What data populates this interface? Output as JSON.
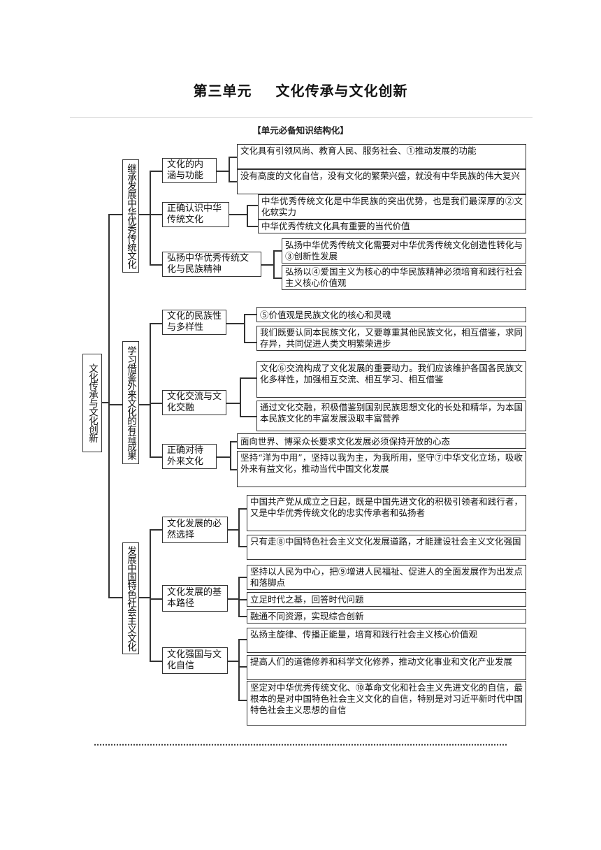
{
  "title": {
    "left": "第三单元",
    "right": "文化传承与文化创新"
  },
  "header": "【单元必备知识结构化】",
  "root": "文化传承与文化创新",
  "branches": [
    {
      "label": "继承发展中华优秀传统文化",
      "topics": [
        {
          "label": "文化的内涵与功能",
          "leaves": [
            "文化具有引领风尚、教育人民、服务社会、①推动发展的功能",
            "没有高度的文化自信，没有文化的繁荣兴盛，就没有中华民族的伟大复兴"
          ]
        },
        {
          "label": "正确认识中华传统文化",
          "leaves": [
            "中华优秀传统文化是中华民族的突出优势，也是我们最深厚的②文化软实力",
            "中华优秀传统文化具有重要的当代价值"
          ]
        },
        {
          "label": "弘扬中华优秀传统文化与民族精神",
          "leaves": [
            "弘扬中华优秀传统文化需要对中华优秀传统文化创造性转化与③创新性发展",
            "弘扬以④爱国主义为核心的中华民族精神必须培育和践行社会主义核心价值观"
          ]
        }
      ]
    },
    {
      "label": "学习借鉴外来文化的有益成果",
      "topics": [
        {
          "label": "文化的民族性与多样性",
          "leaves": [
            "⑤价值观是民族文化的核心和灵魂",
            "我们既要认同本民族文化，又要尊重其他民族文化，相互借鉴，求同存异，共同促进人类文明繁荣进步"
          ]
        },
        {
          "label": "文化交流与文化交融",
          "leaves": [
            "文化⑥交流构成了文化发展的重要动力。我们应该维护各国各民族文化多样性，加强相互交流、相互学习、相互借鉴",
            "通过文化交融，积极借鉴别国别民族思想文化的长处和精华，为本国本民族文化的丰富发展汲取丰富营养"
          ]
        },
        {
          "label": "正确对待外来文化",
          "leaves": [
            "面向世界、博采众长要求文化发展必须保持开放的心态",
            "坚持“洋为中用”，坚持以我为主，为我所用，坚守⑦中华文化立场，吸收外来有益文化，推动当代中国文化发展"
          ]
        }
      ]
    },
    {
      "label": "发展中国特色社会主义文化",
      "topics": [
        {
          "label": "文化发展的必然选择",
          "leaves": [
            "中国共产党从成立之日起，既是中国先进文化的积极引领者和践行者，又是中华优秀传统文化的忠实传承者和弘扬者",
            "只有走⑧中国特色社会主义文化发展道路，才能建设社会主义文化强国"
          ]
        },
        {
          "label": "文化发展的基本路径",
          "leaves": [
            "坚持以人民为中心，把⑨增进人民福祉、促进人的全面发展作为出发点和落脚点",
            "立足时代之基，回答时代问题",
            "融通不同资源，实现综合创新"
          ]
        },
        {
          "label": "文化强国与文化自信",
          "leaves": [
            "弘扬主旋律、传播正能量，培育和践行社会主义核心价值观",
            "提高人们的道德修养和科学文化修养，推动文化事业和文化产业发展",
            "坚定对中华优秀传统文化、⑩革命文化和社会主义先进文化的自信，最根本的是对中国特色社会主义文化的自信，特别是对习近平新时代中国特色社会主义思想的自信"
          ]
        }
      ]
    }
  ]
}
